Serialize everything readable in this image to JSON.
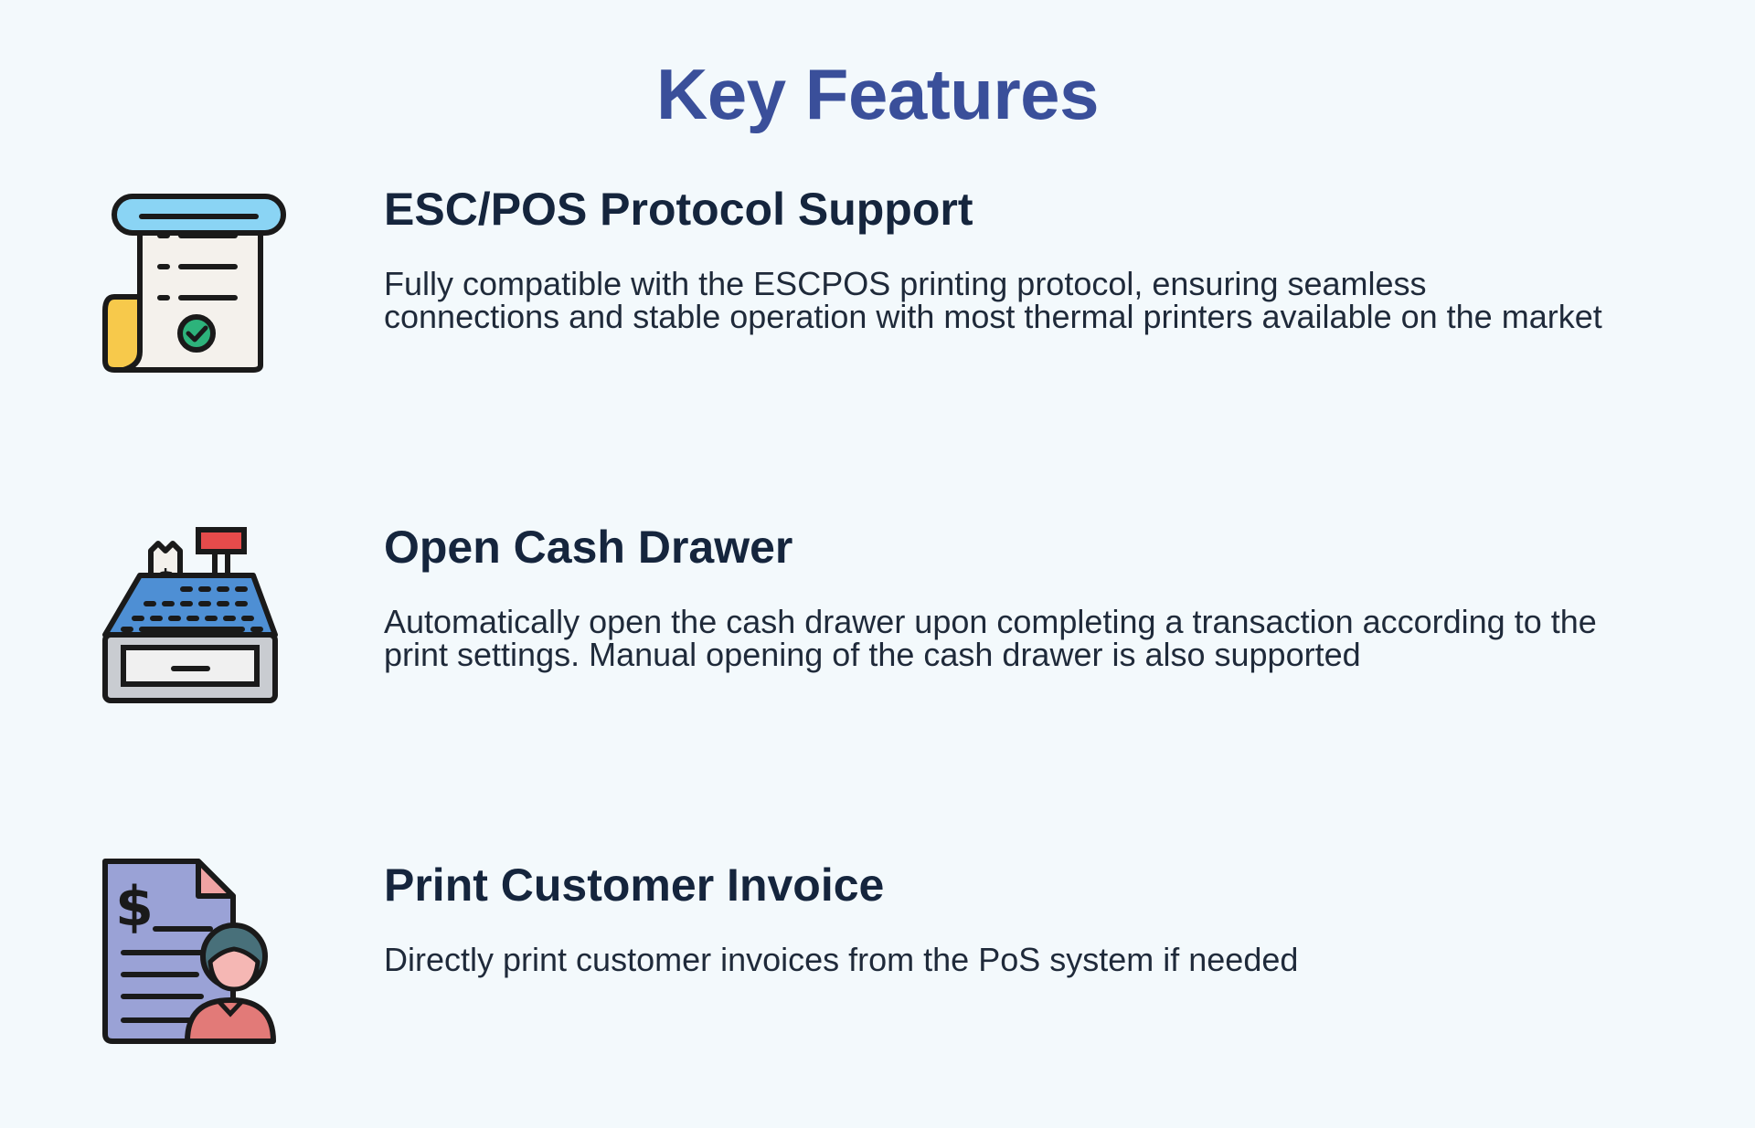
{
  "page": {
    "title": "Key Features"
  },
  "features": [
    {
      "icon": "receipt-check-icon",
      "heading": "ESC/POS Protocol Support",
      "description": "Fully compatible with the ESCPOS printing protocol, ensuring seamless connections and stable operation with most thermal printers available on the market"
    },
    {
      "icon": "cash-register-icon",
      "heading": "Open Cash Drawer",
      "description": "Automatically open the cash drawer upon completing a transaction according to the print settings. Manual opening of the cash drawer is also supported"
    },
    {
      "icon": "invoice-customer-icon",
      "heading": "Print Customer Invoice",
      "description": "Directly print customer invoices from the PoS system if needed"
    }
  ],
  "colors": {
    "background": "#f3f9fc",
    "title": "#3a4f9a",
    "heading": "#15253d",
    "text": "#1f2a3a"
  }
}
